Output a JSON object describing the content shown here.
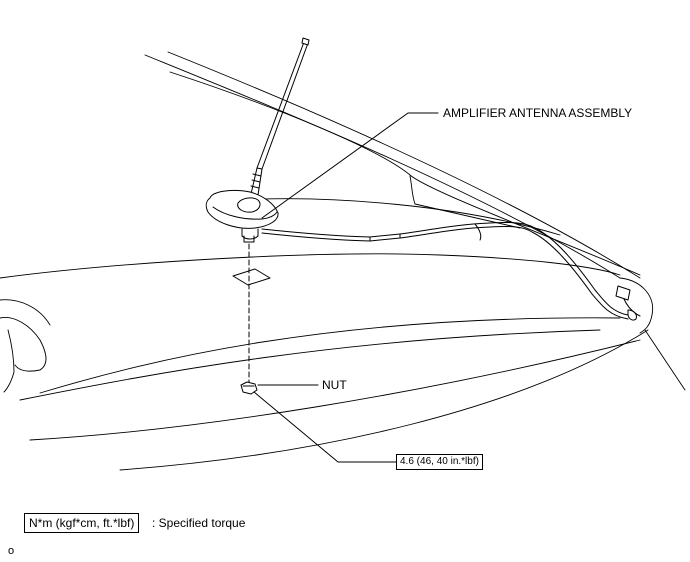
{
  "labels": {
    "antenna": "AMPLIFIER ANTENNA ASSEMBLY",
    "nut": "NUT"
  },
  "torque_spec": "4.6 (46, 40 in.*lbf)",
  "legend": {
    "box": "N*m (kgf*cm, ft.*lbf)",
    "text": ": Specified torque"
  },
  "ref_code": "o"
}
